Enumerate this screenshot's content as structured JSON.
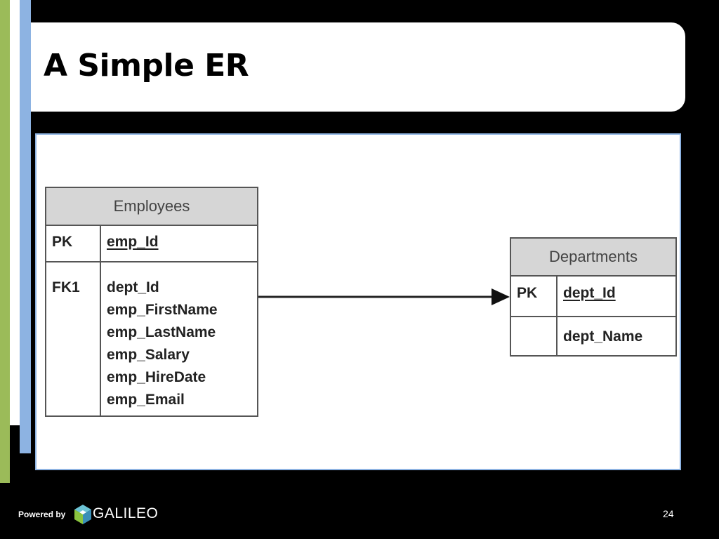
{
  "slide": {
    "title": "A Simple ER",
    "page_number": "24"
  },
  "diagram": {
    "entities": {
      "employees": {
        "name": "Employees",
        "pk_key": "PK",
        "pk_attr": "emp_Id",
        "fk_key": "FK1",
        "attributes": [
          "dept_Id",
          "emp_FirstName",
          "emp_LastName",
          "emp_Salary",
          "emp_HireDate",
          "emp_Email"
        ]
      },
      "departments": {
        "name": "Departments",
        "pk_key": "PK",
        "pk_attr": "dept_Id",
        "attributes": [
          "dept_Name"
        ]
      }
    },
    "relationship": {
      "from": "Employees",
      "to": "Departments",
      "arrow": "filled-triangle"
    }
  },
  "footer": {
    "powered_by": "Powered by",
    "brand": "GALILEO",
    "brand_icon": "cube-logo-icon"
  },
  "colors": {
    "green_bar": "#9bbb59",
    "blue_bar": "#8db3e2",
    "header_fill": "#d6d6d6"
  }
}
